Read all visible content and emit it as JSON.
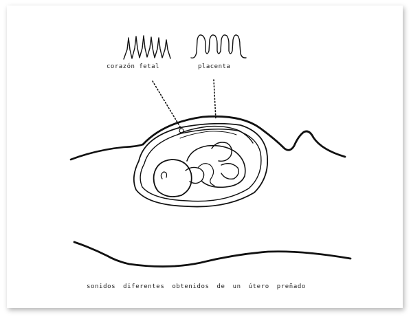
{
  "labels": {
    "fetal_heart": "corazón fetal",
    "placenta": "placenta"
  },
  "caption": "sonidos diferentes obtenidos de un útero preñado",
  "colors": {
    "ink": "#111111",
    "card_background": "#ffffff"
  }
}
